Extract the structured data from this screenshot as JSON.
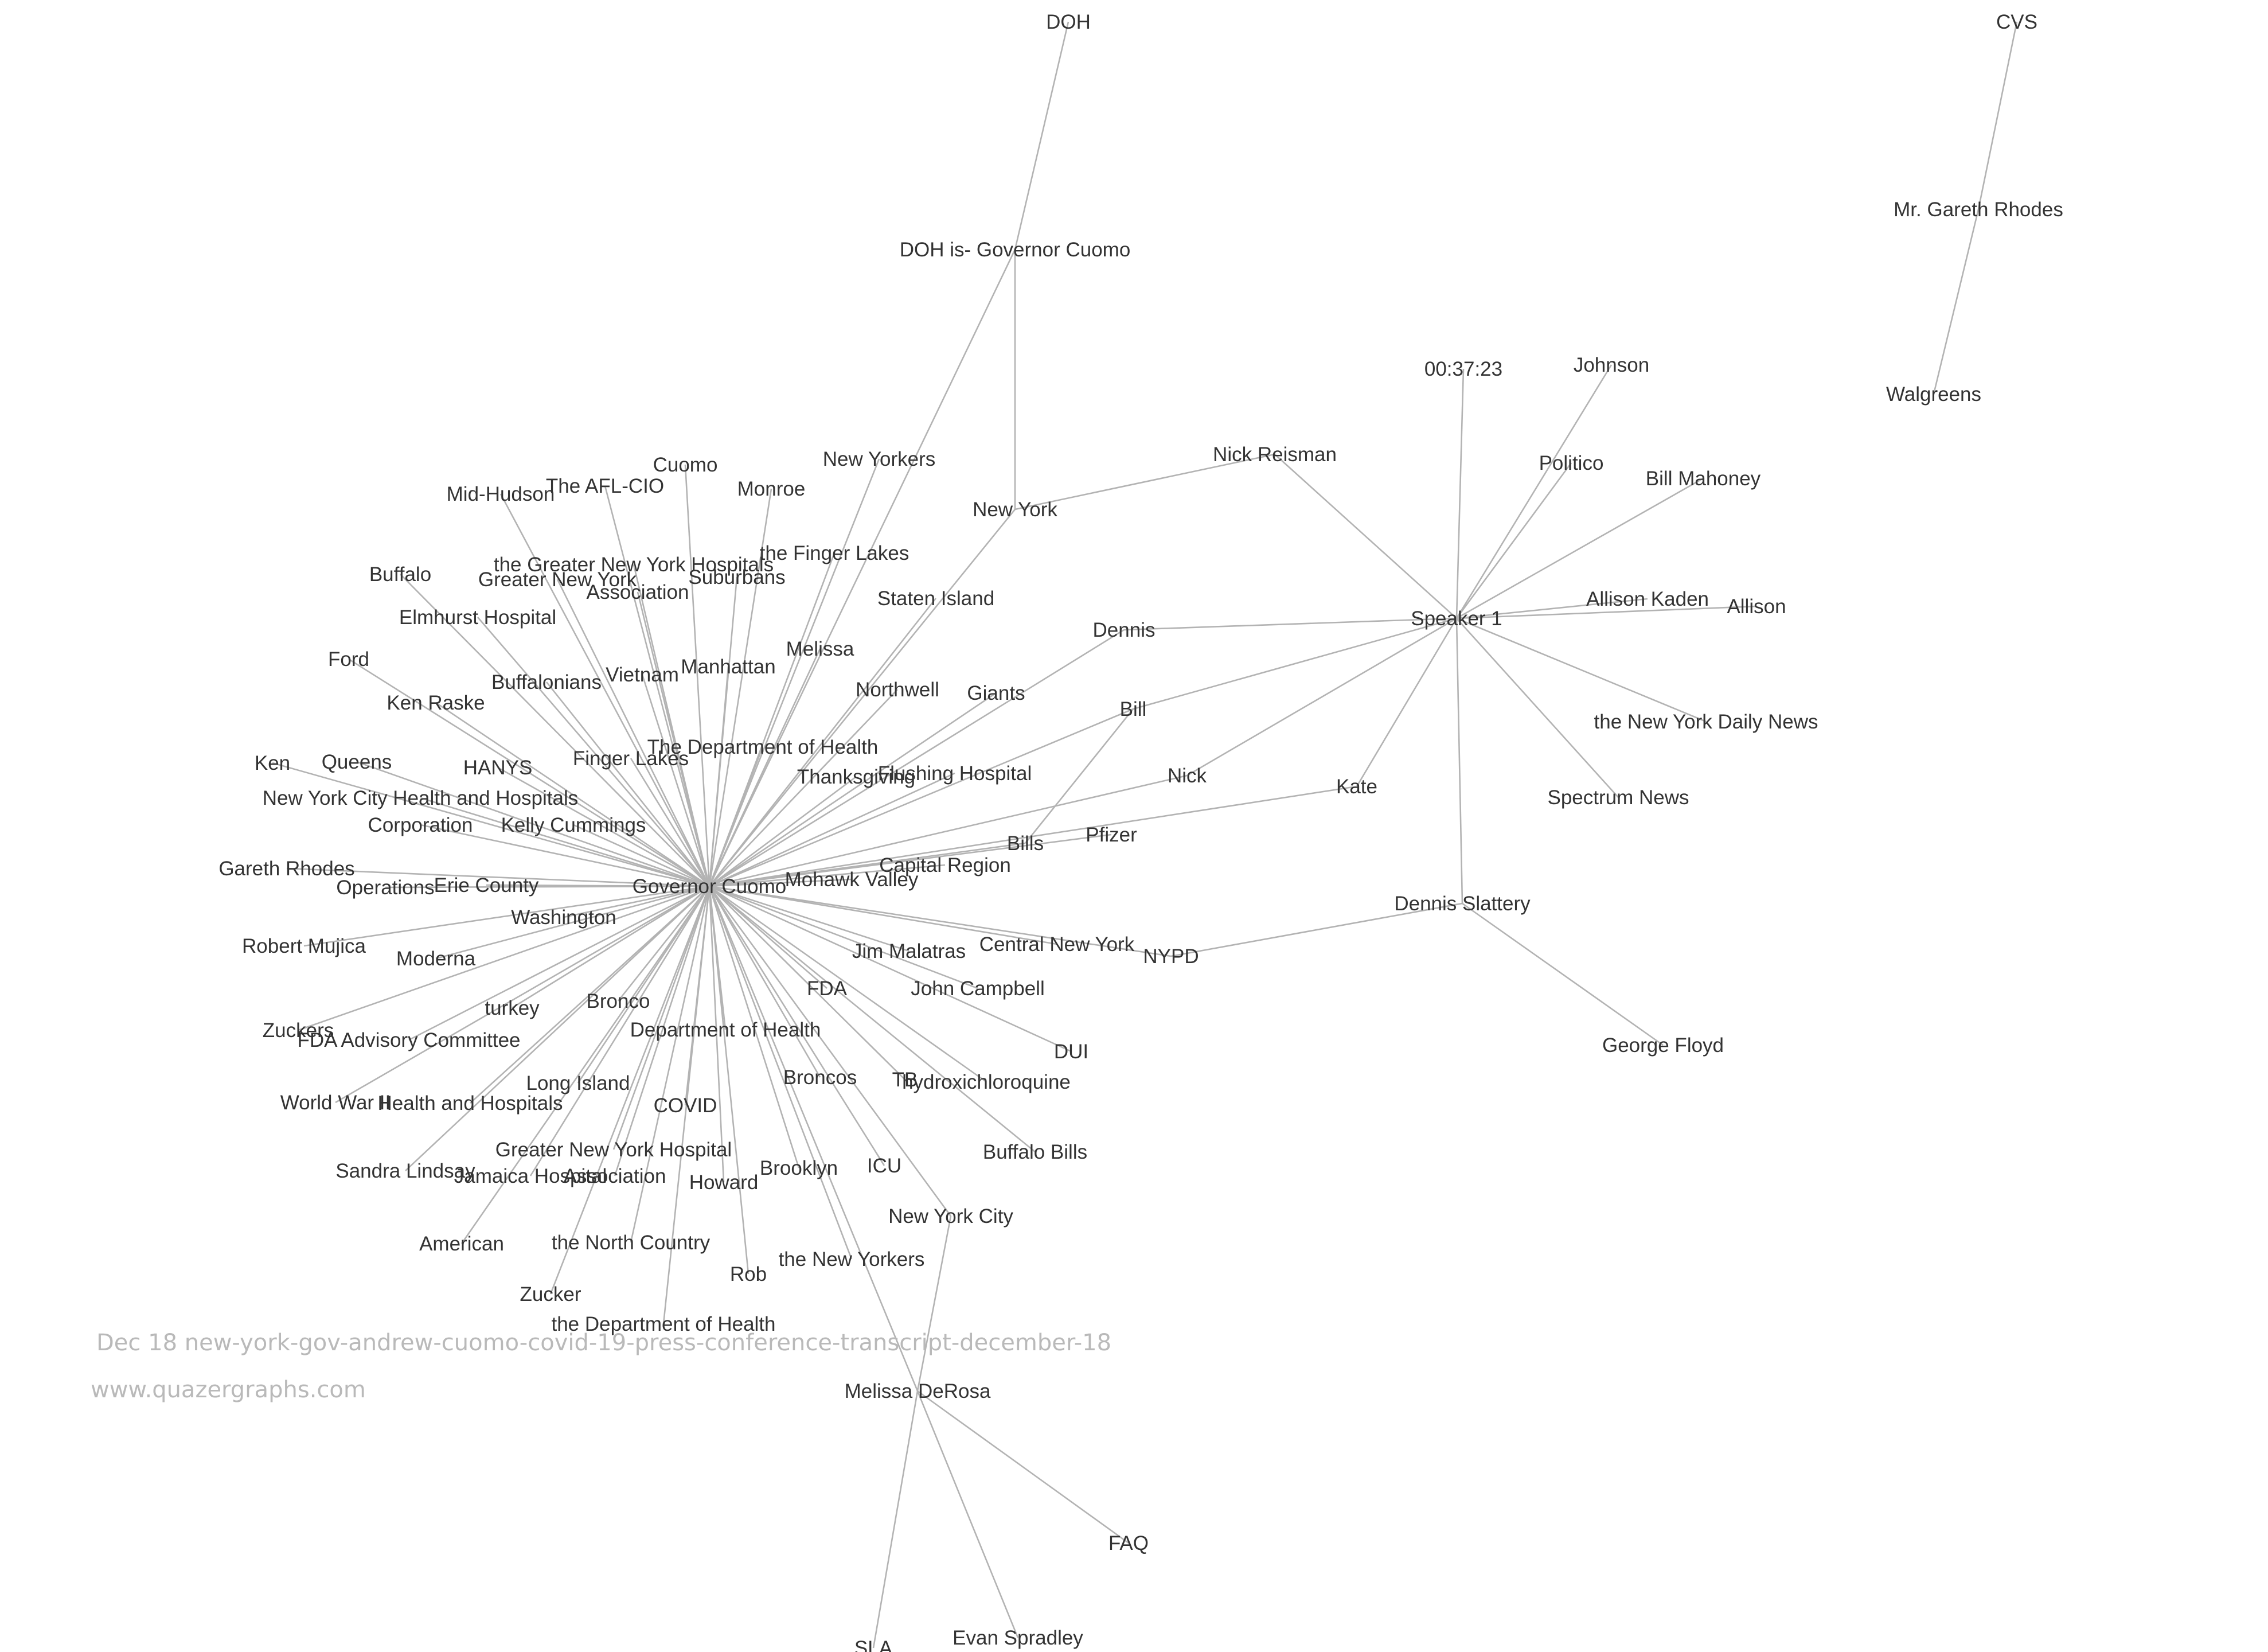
{
  "nodes": [
    {
      "id": "gov",
      "label": "Governor Cuomo",
      "color": "#333333"
    },
    {
      "id": "spk",
      "label": "Speaker 1",
      "color": "#333333"
    },
    {
      "id": "mdr",
      "label": "Melissa DeRosa",
      "color": "#333333"
    },
    {
      "id": "dsl",
      "label": "Dennis Slattery",
      "color": "#333333"
    },
    {
      "id": "nyk",
      "label": "New York",
      "color": "#333333"
    },
    {
      "id": "dohc",
      "label": "DOH is- Governor Cuomo",
      "color": "#333333"
    },
    {
      "id": "doh",
      "label": "DOH",
      "color": "#333333"
    },
    {
      "id": "cvs",
      "label": "CVS",
      "color": "#333333"
    },
    {
      "id": "mgr",
      "label": "Mr. Gareth Rhodes",
      "color": "#333333"
    },
    {
      "id": "wal",
      "label": "Walgreens",
      "color": "#333333"
    },
    {
      "id": "tim",
      "label": "00:37:23",
      "color": "#333333"
    },
    {
      "id": "joh",
      "label": "Johnson",
      "color": "#333333"
    },
    {
      "id": "pol",
      "label": "Politico",
      "color": "#333333"
    },
    {
      "id": "bma",
      "label": "Bill Mahoney",
      "color": "#333333"
    },
    {
      "id": "nre",
      "label": "Nick Reisman",
      "color": "#333333"
    },
    {
      "id": "aka",
      "label": "Allison Kaden",
      "color": "#333333"
    },
    {
      "id": "all",
      "label": "Allison",
      "color": "#333333"
    },
    {
      "id": "nydn",
      "label": "the New York Daily News",
      "color": "#333333"
    },
    {
      "id": "spn",
      "label": "Spectrum News",
      "color": "#333333"
    },
    {
      "id": "den",
      "label": "Dennis",
      "color": "#333333"
    },
    {
      "id": "bil",
      "label": "Bill",
      "color": "#333333"
    },
    {
      "id": "nic",
      "label": "Nick",
      "color": "#333333"
    },
    {
      "id": "kat",
      "label": "Kate",
      "color": "#333333"
    },
    {
      "id": "nypd",
      "label": "NYPD",
      "color": "#333333"
    },
    {
      "id": "gfl",
      "label": "George Floyd",
      "color": "#333333"
    },
    {
      "id": "nyers",
      "label": "New Yorkers",
      "color": "#333333"
    },
    {
      "id": "sti",
      "label": "Staten Island",
      "color": "#333333"
    },
    {
      "id": "nwl",
      "label": "Northwell",
      "color": "#333333"
    },
    {
      "id": "gia",
      "label": "Giants",
      "color": "#333333"
    },
    {
      "id": "fhos",
      "label": "Flushing Hospital",
      "color": "#333333"
    },
    {
      "id": "thx",
      "label": "Thanksgiving",
      "color": "#333333"
    },
    {
      "id": "bls",
      "label": "Bills",
      "color": "#333333"
    },
    {
      "id": "pfz",
      "label": "Pfizer",
      "color": "#333333"
    },
    {
      "id": "crg",
      "label": "Capital Region",
      "color": "#333333"
    },
    {
      "id": "mhv",
      "label": "Mohawk Valley",
      "color": "#333333"
    },
    {
      "id": "cny",
      "label": "Central New York",
      "color": "#333333"
    },
    {
      "id": "jma",
      "label": "Jim Malatras",
      "color": "#333333"
    },
    {
      "id": "jca",
      "label": "John Campbell",
      "color": "#333333"
    },
    {
      "id": "fda",
      "label": "FDA",
      "color": "#333333"
    },
    {
      "id": "dui",
      "label": "DUI",
      "color": "#333333"
    },
    {
      "id": "hyd",
      "label": "hydroxichloroquine",
      "color": "#333333"
    },
    {
      "id": "tb",
      "label": "TB",
      "color": "#333333"
    },
    {
      "id": "bbi",
      "label": "Buffalo Bills",
      "color": "#333333"
    },
    {
      "id": "icu",
      "label": "ICU",
      "color": "#333333"
    },
    {
      "id": "nyc",
      "label": "New York City",
      "color": "#333333"
    },
    {
      "id": "brc",
      "label": "Broncos",
      "color": "#333333"
    },
    {
      "id": "bkn",
      "label": "Brooklyn",
      "color": "#333333"
    },
    {
      "id": "tnyers",
      "label": "the New Yorkers",
      "color": "#333333"
    },
    {
      "id": "how",
      "label": "Howard",
      "color": "#333333"
    },
    {
      "id": "rob",
      "label": "Rob",
      "color": "#333333"
    },
    {
      "id": "dpho",
      "label": "Department of Health",
      "color": "#333333"
    },
    {
      "id": "tdoh2",
      "label": "the Department of Health",
      "color": "#333333"
    },
    {
      "id": "cov",
      "label": "COVID",
      "color": "#333333"
    },
    {
      "id": "tnc",
      "label": "the North Country",
      "color": "#333333"
    },
    {
      "id": "gnyha",
      "label": "Greater New York Hospital",
      "color": "#333333"
    },
    {
      "id": "asc2",
      "label": "Association",
      "color": "#333333"
    },
    {
      "id": "jam",
      "label": "Jamaica Hospital",
      "color": "#333333"
    },
    {
      "id": "zuc",
      "label": "Zucker",
      "color": "#333333"
    },
    {
      "id": "lis",
      "label": "Long Island",
      "color": "#333333"
    },
    {
      "id": "bro",
      "label": "Bronco",
      "color": "#333333"
    },
    {
      "id": "ame",
      "label": "American",
      "color": "#333333"
    },
    {
      "id": "sli",
      "label": "Sandra Lindsay",
      "color": "#333333"
    },
    {
      "id": "hah",
      "label": "Health and Hospitals",
      "color": "#333333"
    },
    {
      "id": "ww2",
      "label": "World War II",
      "color": "#333333"
    },
    {
      "id": "tur",
      "label": "turkey",
      "color": "#333333"
    },
    {
      "id": "fdac",
      "label": "FDA Advisory Committee",
      "color": "#333333"
    },
    {
      "id": "zks",
      "label": "Zuckers",
      "color": "#333333"
    },
    {
      "id": "mod",
      "label": "Moderna",
      "color": "#333333"
    },
    {
      "id": "rmu",
      "label": "Robert Mujica",
      "color": "#333333"
    },
    {
      "id": "was",
      "label": "Washington",
      "color": "#333333"
    },
    {
      "id": "ope",
      "label": "Operations",
      "color": "#333333"
    },
    {
      "id": "eco",
      "label": "Erie County",
      "color": "#333333"
    },
    {
      "id": "grh",
      "label": "Gareth Rhodes",
      "color": "#333333"
    },
    {
      "id": "cor",
      "label": "Corporation",
      "color": "#333333"
    },
    {
      "id": "kcu",
      "label": "Kelly Cummings",
      "color": "#333333"
    },
    {
      "id": "nychh",
      "label": "New York City Health and Hospitals",
      "color": "#333333"
    },
    {
      "id": "ken",
      "label": "Ken",
      "color": "#333333"
    },
    {
      "id": "que",
      "label": "Queens",
      "color": "#333333"
    },
    {
      "id": "han",
      "label": "HANYS",
      "color": "#333333"
    },
    {
      "id": "fla",
      "label": "Finger Lakes",
      "color": "#333333"
    },
    {
      "id": "kra",
      "label": "Ken Raske",
      "color": "#333333"
    },
    {
      "id": "for",
      "label": "Ford",
      "color": "#333333"
    },
    {
      "id": "bfs",
      "label": "Buffalonians",
      "color": "#333333"
    },
    {
      "id": "elm",
      "label": "Elmhurst Hospital",
      "color": "#333333"
    },
    {
      "id": "buf",
      "label": "Buffalo",
      "color": "#333333"
    },
    {
      "id": "viet",
      "label": "Vietnam",
      "color": "#333333"
    },
    {
      "id": "tdoh",
      "label": "The Department of Health",
      "color": "#333333"
    },
    {
      "id": "man",
      "label": "Manhattan",
      "color": "#333333"
    },
    {
      "id": "mel",
      "label": "Melissa",
      "color": "#333333"
    },
    {
      "id": "gny",
      "label": "Greater New York",
      "color": "#333333"
    },
    {
      "id": "asc",
      "label": "Association",
      "color": "#333333"
    },
    {
      "id": "tgnyh",
      "label": "the Greater New York Hospitals",
      "color": "#333333"
    },
    {
      "id": "sub",
      "label": "Suburbans",
      "color": "#333333"
    },
    {
      "id": "tfl",
      "label": "the Finger Lakes",
      "color": "#333333"
    },
    {
      "id": "mid",
      "label": "Mid-Hudson",
      "color": "#333333"
    },
    {
      "id": "afl",
      "label": "The AFL-CIO",
      "color": "#333333"
    },
    {
      "id": "cuo",
      "label": "Cuomo",
      "color": "#333333"
    },
    {
      "id": "mon",
      "label": "Monroe",
      "color": "#333333"
    },
    {
      "id": "faq",
      "label": "FAQ",
      "color": "#333333"
    },
    {
      "id": "evs",
      "label": "Evan Spradley",
      "color": "#333333"
    },
    {
      "id": "sla",
      "label": "SLA",
      "color": "#333333"
    }
  ],
  "edges": [
    [
      "gov",
      "nyers"
    ],
    [
      "gov",
      "sti"
    ],
    [
      "gov",
      "nwl"
    ],
    [
      "gov",
      "gia"
    ],
    [
      "gov",
      "fhos"
    ],
    [
      "gov",
      "thx"
    ],
    [
      "gov",
      "bls"
    ],
    [
      "gov",
      "pfz"
    ],
    [
      "gov",
      "crg"
    ],
    [
      "gov",
      "mhv"
    ],
    [
      "gov",
      "cny"
    ],
    [
      "gov",
      "jma"
    ],
    [
      "gov",
      "jca"
    ],
    [
      "gov",
      "fda"
    ],
    [
      "gov",
      "dui"
    ],
    [
      "gov",
      "hyd"
    ],
    [
      "gov",
      "tb"
    ],
    [
      "gov",
      "bbi"
    ],
    [
      "gov",
      "icu"
    ],
    [
      "gov",
      "brc"
    ],
    [
      "gov",
      "bkn"
    ],
    [
      "gov",
      "tnyers"
    ],
    [
      "gov",
      "how"
    ],
    [
      "gov",
      "rob"
    ],
    [
      "gov",
      "dpho"
    ],
    [
      "gov",
      "tdoh2"
    ],
    [
      "gov",
      "cov"
    ],
    [
      "gov",
      "tnc"
    ],
    [
      "gov",
      "gnyha"
    ],
    [
      "gov",
      "asc2"
    ],
    [
      "gov",
      "jam"
    ],
    [
      "gov",
      "zuc"
    ],
    [
      "gov",
      "lis"
    ],
    [
      "gov",
      "bro"
    ],
    [
      "gov",
      "ame"
    ],
    [
      "gov",
      "sli"
    ],
    [
      "gov",
      "hah"
    ],
    [
      "gov",
      "ww2"
    ],
    [
      "gov",
      "tur"
    ],
    [
      "gov",
      "fdac"
    ],
    [
      "gov",
      "zks"
    ],
    [
      "gov",
      "mod"
    ],
    [
      "gov",
      "rmu"
    ],
    [
      "gov",
      "was"
    ],
    [
      "gov",
      "ope"
    ],
    [
      "gov",
      "eco"
    ],
    [
      "gov",
      "grh"
    ],
    [
      "gov",
      "cor"
    ],
    [
      "gov",
      "kcu"
    ],
    [
      "gov",
      "nychh"
    ],
    [
      "gov",
      "ken"
    ],
    [
      "gov",
      "que"
    ],
    [
      "gov",
      "han"
    ],
    [
      "gov",
      "fla"
    ],
    [
      "gov",
      "kra"
    ],
    [
      "gov",
      "for"
    ],
    [
      "gov",
      "bfs"
    ],
    [
      "gov",
      "elm"
    ],
    [
      "gov",
      "buf"
    ],
    [
      "gov",
      "viet"
    ],
    [
      "gov",
      "tdoh"
    ],
    [
      "gov",
      "man"
    ],
    [
      "gov",
      "mel"
    ],
    [
      "gov",
      "gny"
    ],
    [
      "gov",
      "asc"
    ],
    [
      "gov",
      "tgnyh"
    ],
    [
      "gov",
      "sub"
    ],
    [
      "gov",
      "tfl"
    ],
    [
      "gov",
      "mid"
    ],
    [
      "gov",
      "afl"
    ],
    [
      "gov",
      "cuo"
    ],
    [
      "gov",
      "mon"
    ],
    [
      "gov",
      "nyk"
    ],
    [
      "gov",
      "dohc"
    ],
    [
      "gov",
      "den"
    ],
    [
      "gov",
      "bil"
    ],
    [
      "gov",
      "nic"
    ],
    [
      "gov",
      "kat"
    ],
    [
      "gov",
      "nypd"
    ],
    [
      "gov",
      "mdr"
    ],
    [
      "gov",
      "nyc"
    ],
    [
      "bls",
      "bil"
    ],
    [
      "nyk",
      "dohc"
    ],
    [
      "nyk",
      "nre"
    ],
    [
      "dohc",
      "doh"
    ],
    [
      "spk",
      "tim"
    ],
    [
      "spk",
      "joh"
    ],
    [
      "spk",
      "pol"
    ],
    [
      "spk",
      "bma"
    ],
    [
      "spk",
      "nre"
    ],
    [
      "spk",
      "aka"
    ],
    [
      "spk",
      "all"
    ],
    [
      "spk",
      "nydn"
    ],
    [
      "spk",
      "spn"
    ],
    [
      "spk",
      "den"
    ],
    [
      "spk",
      "bil"
    ],
    [
      "spk",
      "nic"
    ],
    [
      "spk",
      "kat"
    ],
    [
      "spk",
      "dsl"
    ],
    [
      "dsl",
      "nypd"
    ],
    [
      "dsl",
      "gfl"
    ],
    [
      "mdr",
      "nyc"
    ],
    [
      "mdr",
      "faq"
    ],
    [
      "mdr",
      "evs"
    ],
    [
      "mdr",
      "sla"
    ],
    [
      "cvs",
      "mgr"
    ],
    [
      "mgr",
      "wal"
    ]
  ],
  "caption": {
    "title": "Dec 18 new-york-gov-andrew-cuomo-covid-19-press-conference-transcript-december-18",
    "site": "www.quazergraphs.com"
  },
  "colors": {
    "edge": "#b3b3b3",
    "label": "#333333",
    "caption": "#b9b9b9",
    "background": "#ffffff"
  }
}
